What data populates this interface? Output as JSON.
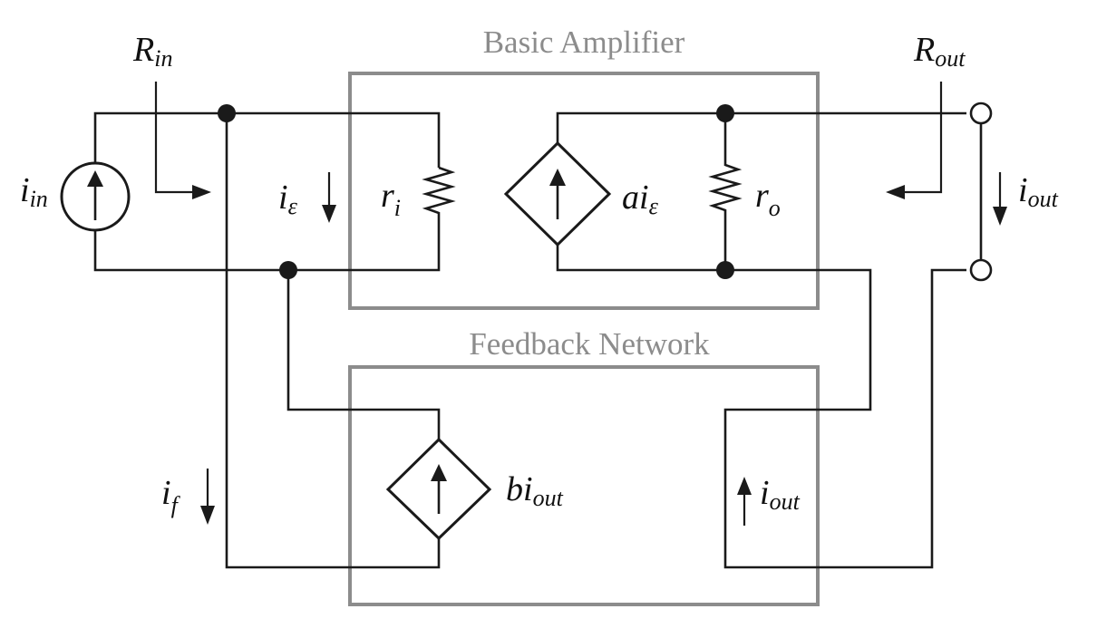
{
  "blocks": {
    "amplifier_title": "Basic Amplifier",
    "feedback_title": "Feedback Network"
  },
  "labels": {
    "r_in": {
      "main": "R",
      "sub": "in"
    },
    "r_out": {
      "main": "R",
      "sub": "out"
    },
    "i_in": {
      "main": "i",
      "sub": "in"
    },
    "i_eps": {
      "main": "i",
      "sub": "ε"
    },
    "r_i": {
      "main": "r",
      "sub": "i"
    },
    "a_i_eps": {
      "main": "ai",
      "sub": "ε"
    },
    "r_o": {
      "main": "r",
      "sub": "o"
    },
    "i_out_right": {
      "main": "i",
      "sub": "out"
    },
    "i_f": {
      "main": "i",
      "sub": "f"
    },
    "b_i_out": {
      "main": "bi",
      "sub": "out"
    },
    "i_out_feedback": {
      "main": "i",
      "sub": "out"
    }
  }
}
